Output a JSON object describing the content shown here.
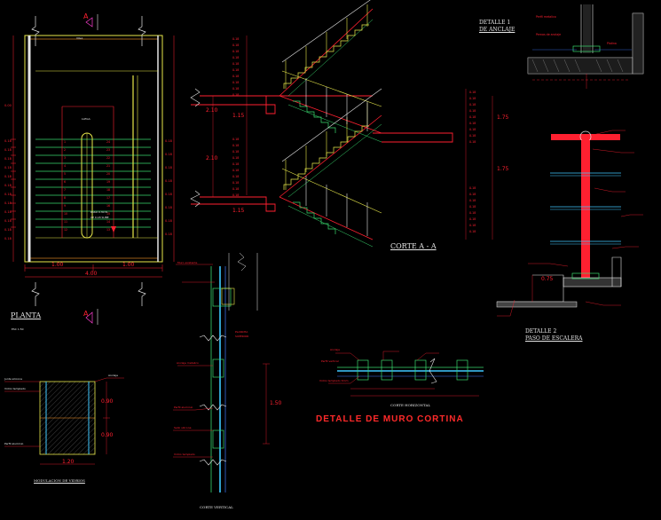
{
  "titles": {
    "planta": "PLANTA",
    "corte_aa": "CORTE A - A",
    "detalle1_l1": "DETALLE 1",
    "detalle1_l2": "DE ANCLAJE",
    "detalle2_l1": "DETALLE 2",
    "detalle2_l2": "PASO DE ESCALERA",
    "muro_cortina": "DETALLE DE MURO CORTINA",
    "modulacion": "MODULACION DE VIDRIOS",
    "corte_vertical_l1": "CORTE VERTICAL",
    "corte_horizontal": "CORTE HORIZONTAL",
    "section_marker": "A"
  },
  "dims": {
    "planta_bottom_left": "1.00",
    "planta_bottom_right": "1.00",
    "planta_total": "4.00",
    "corte_left_a": "2.10",
    "corte_left_b": "2.10",
    "corte_landing_a": "1.15",
    "corte_landing_b": "1.15",
    "corte_right_a": "1.75",
    "corte_right_b": "1.75",
    "vertical_mid": "1.50",
    "mod_width": "1.20",
    "mod_h1": "0.90",
    "mod_h2": "0.90",
    "det2_a": "0.75"
  },
  "colors": {
    "bg": "#000000",
    "white": "#e6e6e6",
    "red": "#ff2030",
    "yellow": "#e8e84a",
    "green": "#39d96e",
    "cyan": "#3fc8ff",
    "blue": "#3f7bff",
    "magenta": "#ff3fd2",
    "orange": "#ff9a2a"
  }
}
